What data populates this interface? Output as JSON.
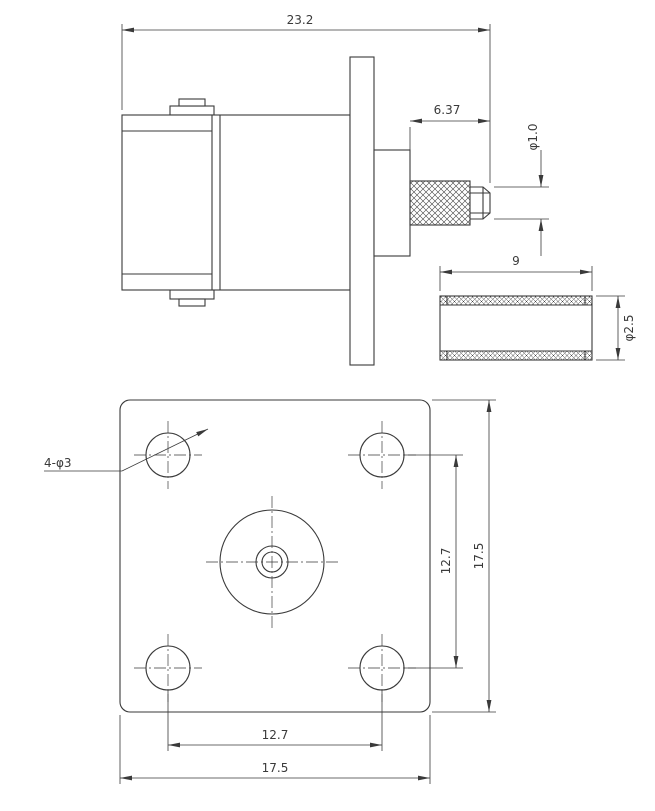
{
  "drawing": {
    "side_view": {
      "overall_length": "23.2",
      "rear_length": "6.37",
      "pin_diameter": "φ1.0"
    },
    "ferrule": {
      "length": "9",
      "diameter": "φ2.5"
    },
    "front_view": {
      "hole_callout": "4-φ3",
      "hole_spacing_vertical": "12.7",
      "flange_height": "17.5",
      "hole_spacing_horizontal": "12.7",
      "flange_width": "17.5"
    }
  },
  "style": {
    "line_color": "#3a3a3a",
    "background_color": "#ffffff"
  }
}
